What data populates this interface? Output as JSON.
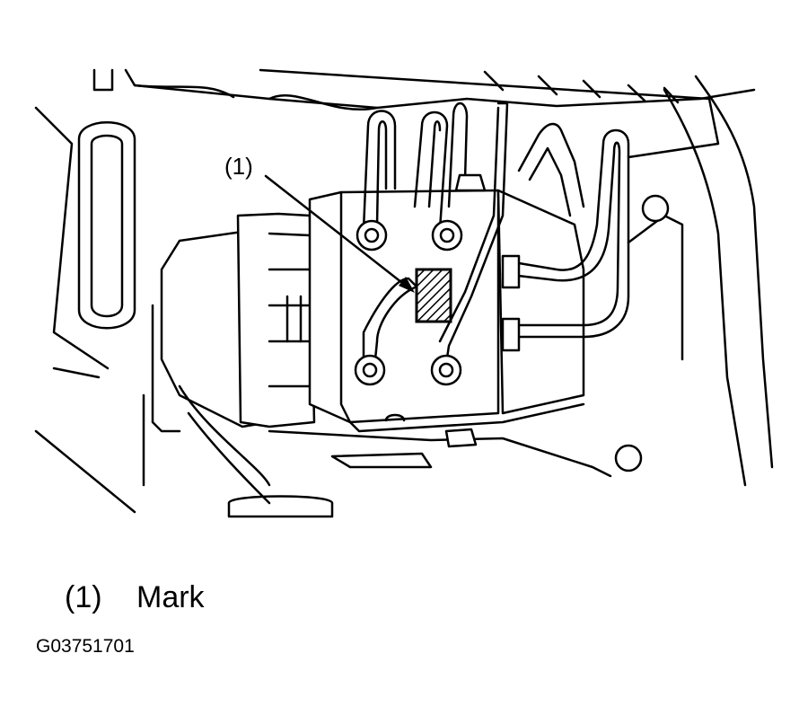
{
  "callout": {
    "label": "(1)"
  },
  "legend": {
    "number": "(1)",
    "text": "Mark"
  },
  "figure_code": "G03751701"
}
